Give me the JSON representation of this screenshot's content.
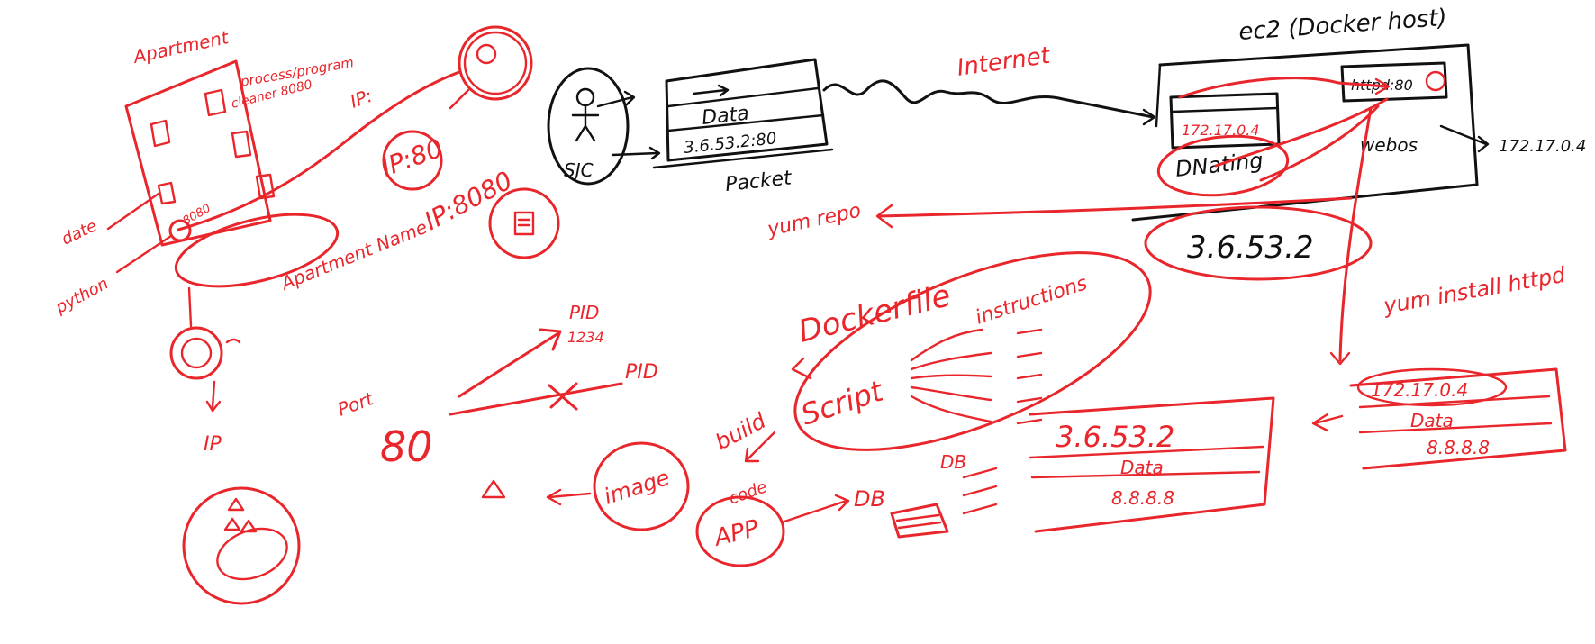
{
  "colors": {
    "ink_red": "#e8262b",
    "ink_black": "#111111",
    "background": "#ffffff"
  },
  "left_cluster": {
    "apartment_label": "Apartment",
    "process_label": "process/program",
    "cleaner_label": "cleaner 8080",
    "date_label": "date",
    "port_8080_label": "8080",
    "python_label": "python",
    "apartment_name_label": "Apartment Name",
    "ip_bottom_label": "IP"
  },
  "middle_left": {
    "ip_label": "IP:",
    "ip80_label": "IP:80",
    "ip8080_label": "IP:8080",
    "port_label": "Port",
    "port_value": "80",
    "pid_top_label": "PID",
    "pid_top_value": "1234",
    "pid_bottom_label": "PID"
  },
  "top_center": {
    "person_label": "SJC",
    "packet_line_1": "Data",
    "packet_line_2": "3.6.53.2:80",
    "packet_label": "Packet",
    "internet_label": "Internet"
  },
  "ec2": {
    "title": "ec2 (Docker host)",
    "container_ip": "172.17.0.4",
    "natting_label": "DNating",
    "httpd_label": "httpd:80",
    "webos_label": "webos",
    "out_ip": "172.17.0.4",
    "public_ip": "3.6.53.2"
  },
  "lower_center": {
    "yum_repo_label": "yum repo",
    "dockerfile_label": "Dockerfile",
    "instructions_label": "instructions",
    "script_label": "Script",
    "build_label": "build",
    "image_label": "image",
    "code_label": "code",
    "app_label": "APP",
    "db_label": "DB",
    "db_label_2": "DB"
  },
  "right_packets": {
    "yum_install_label": "yum install httpd",
    "pkt1_ip": "172.17.0.4",
    "pkt1_data": "Data",
    "pkt1_dest": "8.8.8.8",
    "pkt2_ip": "3.6.53.2",
    "pkt2_data": "Data",
    "pkt2_dest": "8.8.8.8"
  }
}
